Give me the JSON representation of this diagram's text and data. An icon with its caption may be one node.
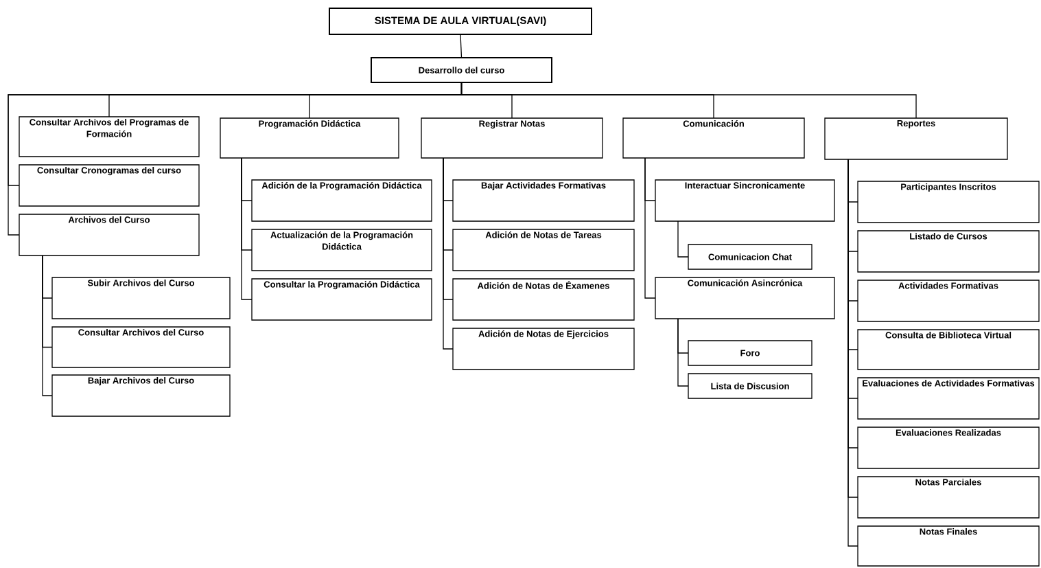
{
  "diagram": {
    "nodes": [
      {
        "text": [
          "SISTEMA DE AULA VIRTUAL(SAVI)"
        ]
      },
      {
        "text": [
          "Desarrollo del curso"
        ]
      },
      {
        "text": [
          "Consultar Archivos del Programas de Formación"
        ]
      },
      {
        "text": [
          "Consultar Cronogramas del curso"
        ]
      },
      {
        "text": [
          "Archivos del Curso"
        ]
      },
      {
        "text": [
          "Subir Archivos del Curso"
        ]
      },
      {
        "text": [
          "Consultar Archivos del Curso"
        ]
      },
      {
        "text": [
          "Bajar Archivos del Curso"
        ]
      },
      {
        "text": [
          "Programación Didáctica"
        ]
      },
      {
        "text": [
          "Adición de la Programación Didáctica"
        ]
      },
      {
        "text": [
          "Actualización de la Programación Didáctica"
        ]
      },
      {
        "text": [
          "Consultar la Programación Didáctica"
        ]
      },
      {
        "text": [
          "Registrar Notas"
        ]
      },
      {
        "text": [
          "Bajar Actividades Formativas"
        ]
      },
      {
        "text": [
          "Adición de Notas de Tareas"
        ]
      },
      {
        "text": [
          "Adición de Notas de Éxamenes"
        ]
      },
      {
        "text": [
          "Adición de Notas de Ejercicios"
        ]
      },
      {
        "text": [
          "Comunicación"
        ]
      },
      {
        "text": [
          "Interactuar Sincronicamente"
        ]
      },
      {
        "text": [
          "Comunicacion Chat"
        ]
      },
      {
        "text": [
          "Comunicación Asincrónica"
        ]
      },
      {
        "text": [
          "Foro"
        ]
      },
      {
        "text": [
          "Lista de Discusion"
        ]
      },
      {
        "text": [
          "Reportes"
        ]
      },
      {
        "text": [
          "Participantes Inscritos"
        ]
      },
      {
        "text": [
          "Listado de Cursos"
        ]
      },
      {
        "text": [
          "Actividades Formativas"
        ]
      },
      {
        "text": [
          "Consulta de Biblioteca Virtual"
        ]
      },
      {
        "text": [
          "Evaluaciones de Actividades Formativas"
        ]
      },
      {
        "text": [
          "Evaluaciones Realizadas"
        ]
      },
      {
        "text": [
          "Notas Parciales"
        ]
      },
      {
        "text": [
          "Notas Finales"
        ]
      }
    ],
    "edges": [
      {
        "from": 0,
        "to": 1,
        "arrow": "none"
      },
      {
        "from": 1,
        "to": 2,
        "arrow": "none"
      },
      {
        "from": 1,
        "to": 3,
        "arrow": "none"
      },
      {
        "from": 1,
        "to": 4,
        "arrow": "none"
      },
      {
        "from": 4,
        "to": 5,
        "arrow": "none"
      },
      {
        "from": 4,
        "to": 6,
        "arrow": "none"
      },
      {
        "from": 4,
        "to": 7,
        "arrow": "none"
      },
      {
        "from": 1,
        "to": 8,
        "arrow": "none"
      },
      {
        "from": 8,
        "to": 9,
        "arrow": "none"
      },
      {
        "from": 8,
        "to": 10,
        "arrow": "none"
      },
      {
        "from": 8,
        "to": 11,
        "arrow": "none"
      },
      {
        "from": 1,
        "to": 12,
        "arrow": "none"
      },
      {
        "from": 12,
        "to": 13,
        "arrow": "none"
      },
      {
        "from": 12,
        "to": 14,
        "arrow": "none"
      },
      {
        "from": 12,
        "to": 15,
        "arrow": "none"
      },
      {
        "from": 12,
        "to": 16,
        "arrow": "none"
      },
      {
        "from": 1,
        "to": 17,
        "arrow": "none"
      },
      {
        "from": 17,
        "to": 18,
        "arrow": "none"
      },
      {
        "from": 18,
        "to": 19,
        "arrow": "none"
      },
      {
        "from": 17,
        "to": 20,
        "arrow": "none"
      },
      {
        "from": 20,
        "to": 21,
        "arrow": "none"
      },
      {
        "from": 20,
        "to": 22,
        "arrow": "none"
      },
      {
        "from": 1,
        "to": 23,
        "arrow": "none"
      },
      {
        "from": 23,
        "to": 24,
        "arrow": "none"
      },
      {
        "from": 23,
        "to": 25,
        "arrow": "none"
      },
      {
        "from": 23,
        "to": 26,
        "arrow": "none"
      },
      {
        "from": 23,
        "to": 27,
        "arrow": "none"
      },
      {
        "from": 23,
        "to": 28,
        "arrow": "none"
      },
      {
        "from": 23,
        "to": 29,
        "arrow": "none"
      },
      {
        "from": 23,
        "to": 30,
        "arrow": "none"
      },
      {
        "from": 23,
        "to": 31,
        "arrow": "none"
      }
    ]
  }
}
